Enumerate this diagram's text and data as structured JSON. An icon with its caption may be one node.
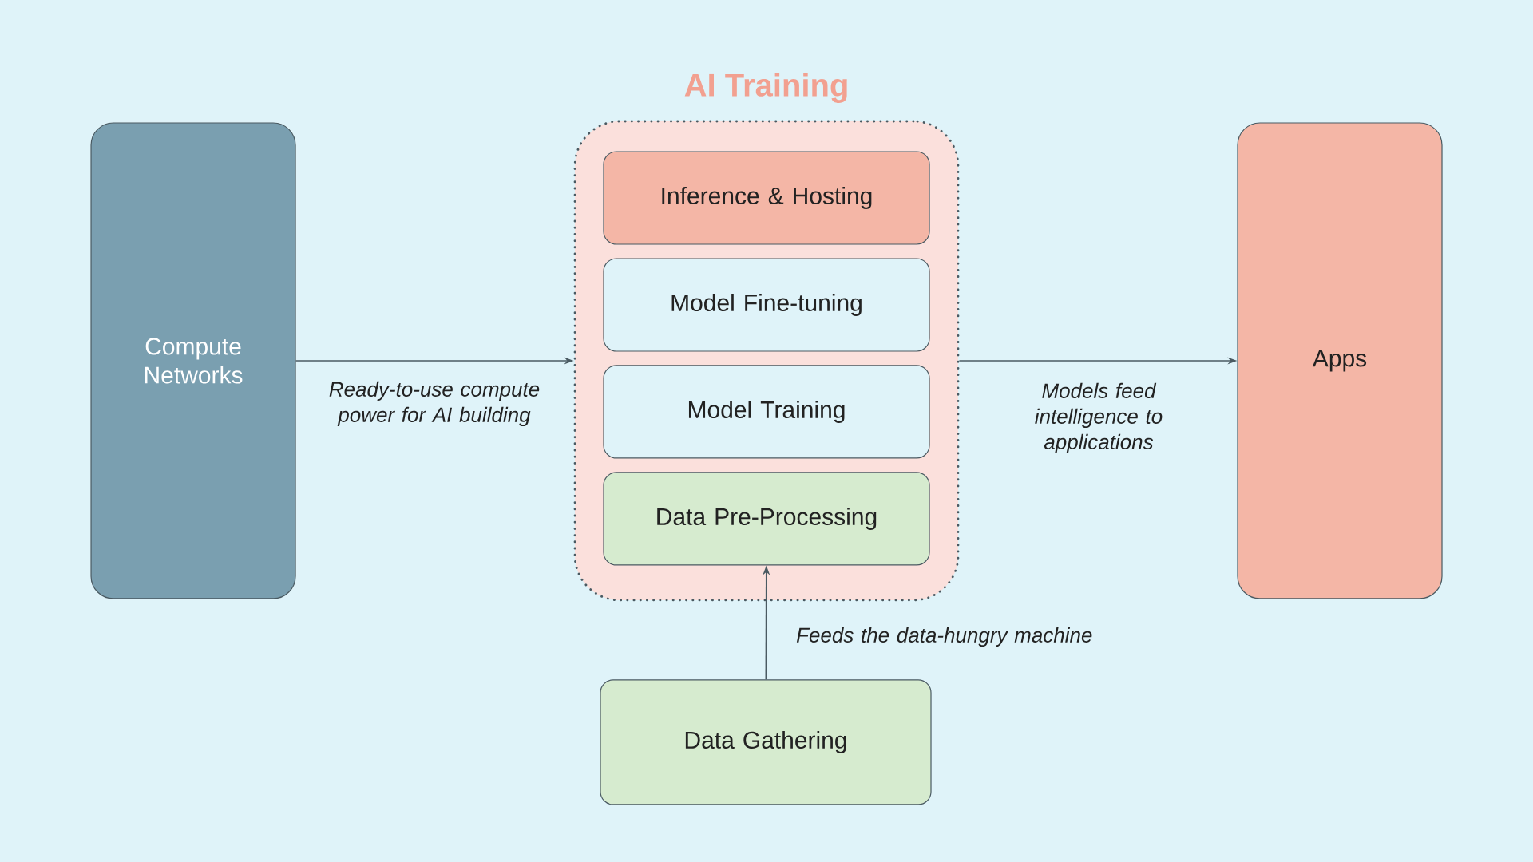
{
  "diagram": {
    "nodes": [
      {
        "text": [
          "Compute Networks"
        ]
      },
      {
        "text": [
          "AI Training"
        ]
      },
      {
        "text": [
          "Inference & Hosting"
        ],
        "in": 1
      },
      {
        "text": [
          "Model Fine-tuning"
        ],
        "in": 1
      },
      {
        "text": [
          "Model Training"
        ],
        "in": 1
      },
      {
        "text": [
          "Data Pre-Processing"
        ],
        "in": 1
      },
      {
        "text": [
          "Apps"
        ]
      },
      {
        "text": [
          "Data Gathering"
        ]
      }
    ],
    "edges": [
      {
        "from": 0,
        "to": 1,
        "arrow": "to",
        "label": "Ready-to-use compute power for AI building"
      },
      {
        "from": 1,
        "to": 6,
        "arrow": "to",
        "label": "Models feed intelligence to applications"
      },
      {
        "from": 7,
        "to": 5,
        "arrow": "to",
        "label": "Feeds the data-hungry machine"
      }
    ]
  }
}
